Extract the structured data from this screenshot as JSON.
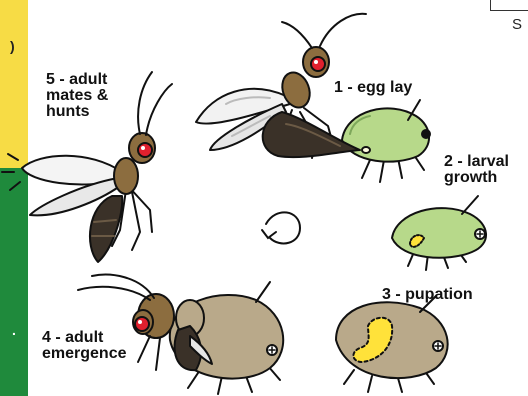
{
  "left_strip": {
    "yellow_color": "#f7dc45",
    "green_color": "#1f8a3c",
    "fragment_top": ")",
    "fragment_bottom": "."
  },
  "right_fragment": "S",
  "stages": [
    {
      "label": "1 - egg lay"
    },
    {
      "label": "2 - larval growth"
    },
    {
      "label": "3 - pupation"
    },
    {
      "label": "4 - adult emergence"
    },
    {
      "label": "5 - adult mates & hunts"
    }
  ],
  "cycle_icon": "circular-arrow-icon",
  "colors": {
    "aphid_green": "#b7d98a",
    "mummy_brown": "#b9a98a",
    "wasp_body": "#8c6d3f",
    "wasp_eye": "#e0202e",
    "larva_yellow": "#ffe23a"
  }
}
